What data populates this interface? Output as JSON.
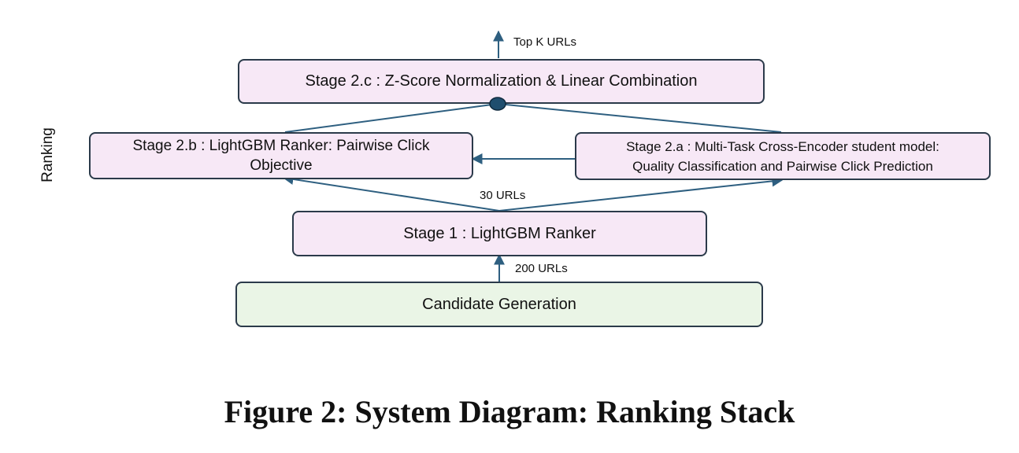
{
  "side_label": "Ranking",
  "nodes": {
    "stage_2c": "Stage 2.c : Z-Score Normalization & Linear Combination",
    "stage_2b": "Stage 2.b : LightGBM Ranker: Pairwise Click Objective",
    "stage_2a_line1": "Stage 2.a : Multi-Task Cross-Encoder student model:",
    "stage_2a_line2": "Quality Classification and Pairwise Click Prediction",
    "stage_1": "Stage 1 : LightGBM Ranker",
    "candidate_generation": "Candidate Generation"
  },
  "edge_labels": {
    "top_k": "Top K URLs",
    "thirty": "30 URLs",
    "two_hundred": "200 URLs"
  },
  "caption": "Figure 2: System Diagram: Ranking Stack",
  "colors": {
    "stage_fill": "#f7e8f6",
    "candidate_fill": "#eaf5e6",
    "connector": "#2e5f80",
    "merge_node": "#1f4e6e"
  }
}
